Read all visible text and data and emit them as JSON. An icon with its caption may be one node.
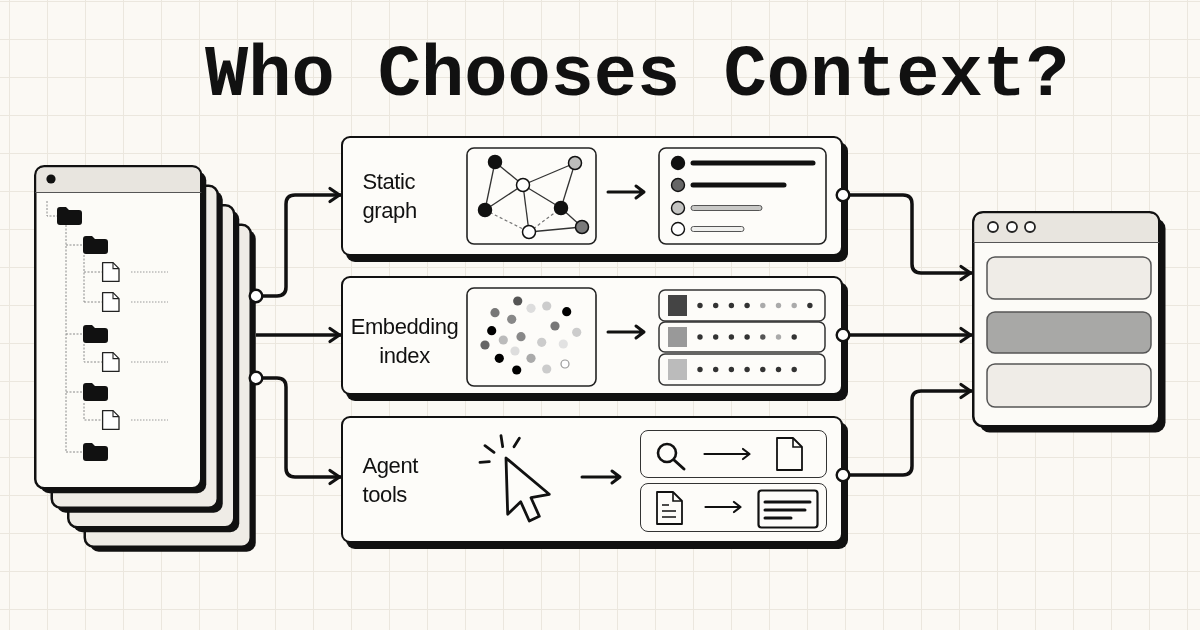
{
  "diagram": {
    "title": "Who Chooses Context?",
    "nodes": [
      {
        "text": [],
        "shape": "picture"
      },
      {
        "text": [
          "Static graph"
        ]
      },
      {
        "text": [
          "Embedding index"
        ]
      },
      {
        "text": [
          "Agent tools"
        ]
      },
      {
        "text": [],
        "shape": "picture"
      }
    ],
    "edges": [
      {
        "from": 0,
        "to": 1,
        "arrow": "to"
      },
      {
        "from": 0,
        "to": 2,
        "arrow": "to"
      },
      {
        "from": 0,
        "to": 3,
        "arrow": "to"
      },
      {
        "from": 1,
        "to": 4,
        "arrow": "to"
      },
      {
        "from": 2,
        "to": 4,
        "arrow": "to"
      },
      {
        "from": 3,
        "to": 4,
        "arrow": "to"
      }
    ]
  }
}
